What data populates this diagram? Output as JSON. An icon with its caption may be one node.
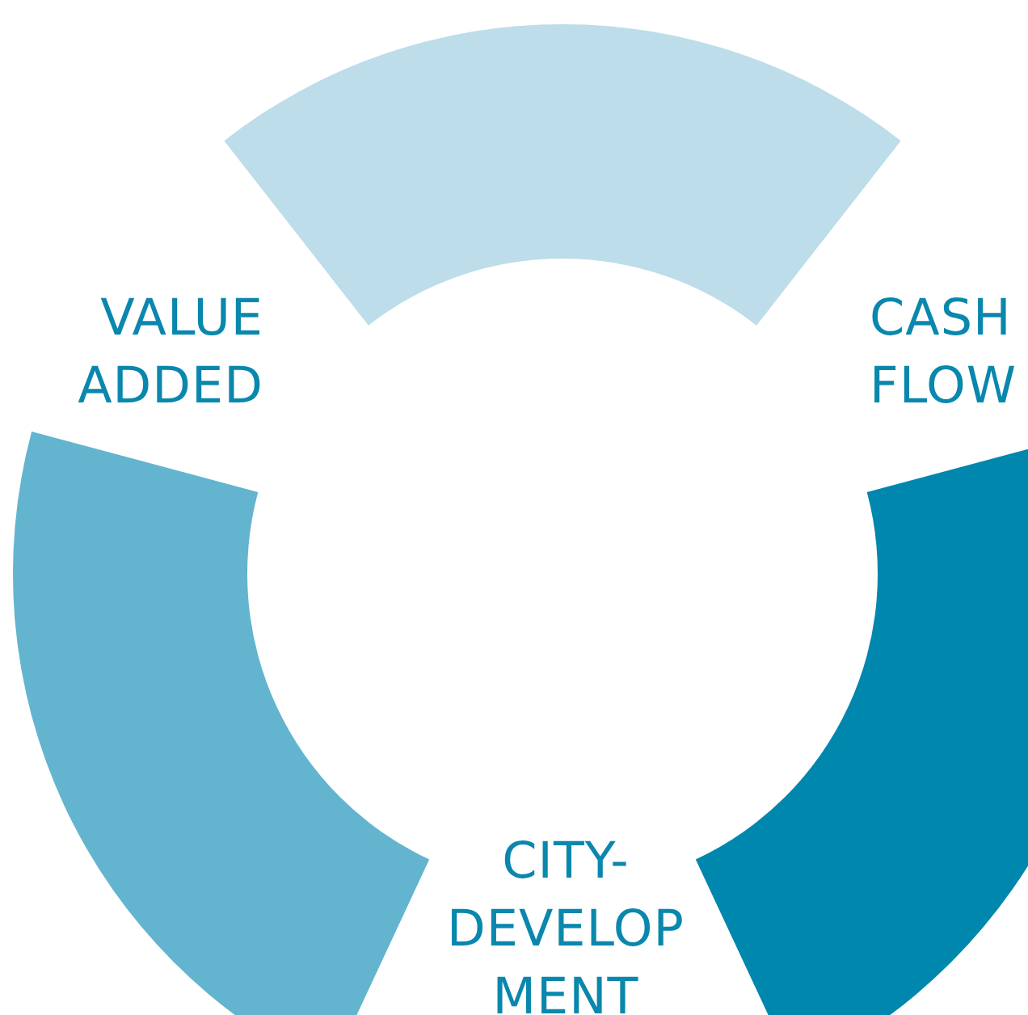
{
  "diagram": {
    "nodes": [
      {
        "text": [],
        "shape": "arc"
      },
      {
        "text": [],
        "shape": "arc"
      },
      {
        "text": [],
        "shape": "arc"
      }
    ],
    "labels": [
      "VALUE ADDED",
      "CASH FLOW",
      "CITY- DEVELOP MENT"
    ]
  }
}
